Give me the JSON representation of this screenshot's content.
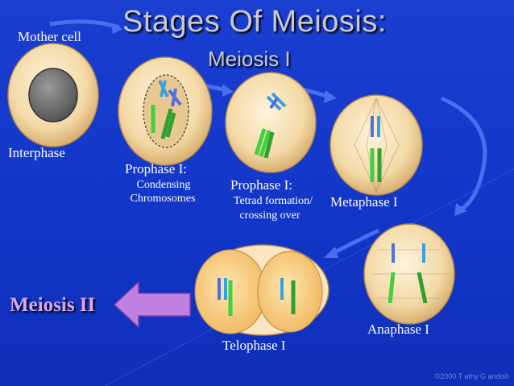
{
  "slide": {
    "title": "Stages Of Meiosis:",
    "subtitle": "Meiosis I",
    "meiosis_ii_label": "Meiosis II",
    "footer": "©2000 T   athy G   andish"
  },
  "stages": {
    "mother_cell": "Mother cell",
    "interphase": "Interphase",
    "prophase1a": {
      "name": "Prophase I:",
      "line1": "Condensing",
      "line2": "Chromosomes"
    },
    "prophase1b": {
      "name": "Prophase I:",
      "line1": "Tetrad formation/",
      "line2": "crossing over"
    },
    "metaphase": "Metaphase I",
    "anaphase": "Anaphase I",
    "telophase": "Telophase I"
  },
  "colors": {
    "background": "#1a3fd0",
    "title_text": "#c8c8d8",
    "arrow": "#4a6ef0",
    "meiosis_ii_arrow": "#c080e0",
    "chromosome_blue": "#4a90e0",
    "chromosome_green": "#3ac040"
  }
}
